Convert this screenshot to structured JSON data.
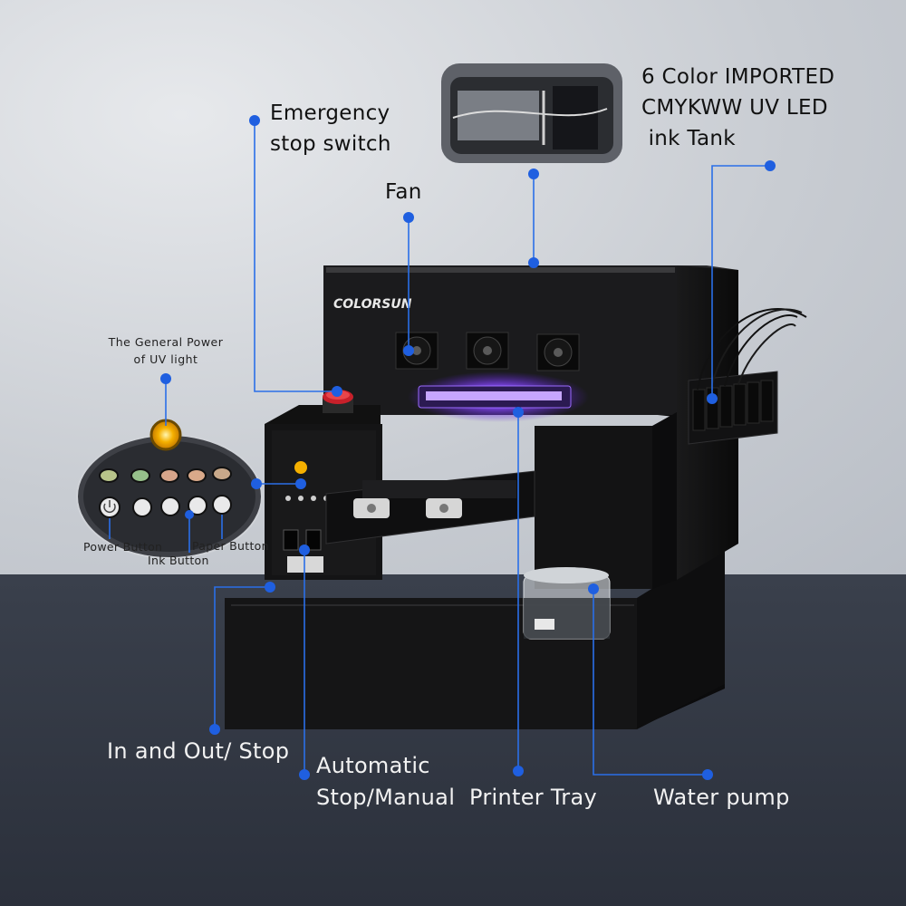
{
  "labels": {
    "emergency_line1": "Emergency",
    "emergency_line2": "stop switch",
    "fan": "Fan",
    "ink_line1": "6 Color IMPORTED",
    "ink_line2": "CMYKWW UV LED",
    "ink_line3": " ink Tank",
    "general_power_line1": "The General Power",
    "general_power_line2": "of UV light",
    "power_button": "Power Button",
    "paper_button": "Paper Button",
    "ink_button": "Ink Button",
    "in_out_stop": "In and Out/ Stop",
    "automatic_line1": "Automatic",
    "automatic_line2": "Stop/Manual",
    "printer_tray": "Printer Tray",
    "water_pump": "Water pump"
  },
  "brand": "COLORSUN",
  "panel_icons": [
    "power-icon",
    "wifi-icon",
    "ink-drop-icon",
    "paper-icon"
  ],
  "colors": {
    "callout_dot": "#1f5fe0",
    "callout_line": "#2a6fe8",
    "uv_glow": "#7a3cff",
    "power_light": "#f5b000"
  }
}
